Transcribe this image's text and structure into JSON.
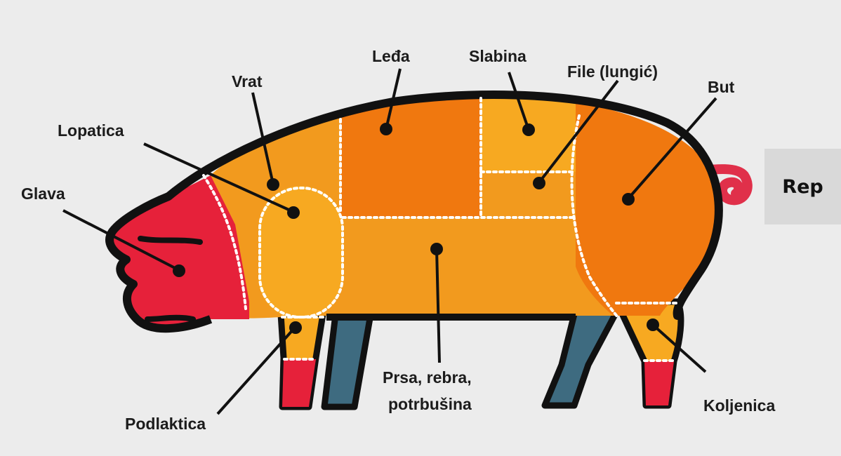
{
  "labels": {
    "glava": "Glava",
    "lopatica": "Lopatica",
    "vrat": "Vrat",
    "leda": "Leđa",
    "slabina": "Slabina",
    "file": "File (lungić)",
    "but": "But",
    "rep": "Rep",
    "podlaktica": "Podlaktica",
    "prsa_line1": "Prsa, rebra,",
    "prsa_line2": "potrbušina",
    "koljenica": "Koljenica"
  },
  "colors": {
    "background": "#ececec",
    "head_red": "#e6213a",
    "shoulder_orange": "#f29a1e",
    "loin_dark_orange": "#f0780f",
    "light_orange": "#f7a921",
    "leg_slate": "#3e6b80",
    "outline": "#111111",
    "tail_pink": "#e0304a",
    "rep_box": "#d9d9d9"
  }
}
